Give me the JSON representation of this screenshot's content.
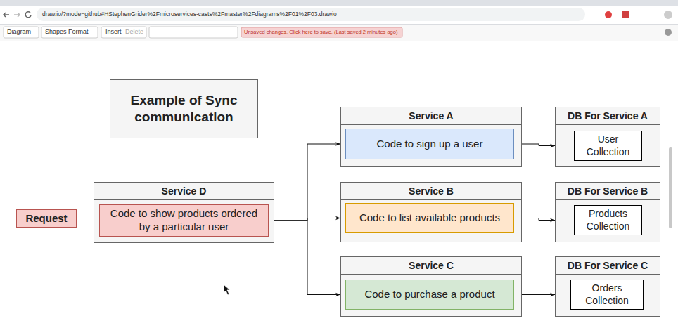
{
  "diagram": {
    "nodes": [
      {
        "text": [
          "Example of Sync communication"
        ]
      },
      {
        "text": [
          "Service A"
        ]
      },
      {
        "text": [
          "Code to sign up a user"
        ],
        "in": 1
      },
      {
        "text": [
          "DB For Service A"
        ]
      },
      {
        "text": [
          "User Collection"
        ],
        "in": 3
      },
      {
        "text": [
          "Request"
        ]
      },
      {
        "text": [
          "Service D"
        ]
      },
      {
        "text": [
          "Code to show products ordered by a particular user"
        ],
        "in": 6
      },
      {
        "text": [
          "Service B"
        ]
      },
      {
        "text": [
          "Code to list available products"
        ],
        "in": 8
      },
      {
        "text": [
          "DB For Service B"
        ]
      },
      {
        "text": [
          "Products Collection"
        ],
        "in": 10
      },
      {
        "text": [
          "Service C"
        ]
      },
      {
        "text": [
          "Code to purchase a product"
        ],
        "in": 12
      },
      {
        "text": [
          "DB For Service C"
        ]
      },
      {
        "text": [
          "Orders Collection"
        ],
        "in": 14
      }
    ],
    "edges": [
      {
        "from": 6,
        "to": 1,
        "arrow": "to"
      },
      {
        "from": 6,
        "to": 8,
        "arrow": "to"
      },
      {
        "from": 6,
        "to": 12,
        "arrow": "to"
      },
      {
        "from": 1,
        "to": 3,
        "arrow": "to"
      },
      {
        "from": 8,
        "to": 10,
        "arrow": "to"
      },
      {
        "from": 12,
        "to": 14,
        "arrow": "to"
      }
    ],
    "labels": [
      "draw.io/?mode=github#HStephenGrider%2Fmicroservices-casts%2Fmaster%2Fdiagrams%2F01%2F03.drawio",
      "Diagram",
      "Shapes",
      "Format",
      "Insert",
      "Delete",
      "Unsaved changes. Click here to save. (Last saved 2 minutes ago)"
    ]
  }
}
